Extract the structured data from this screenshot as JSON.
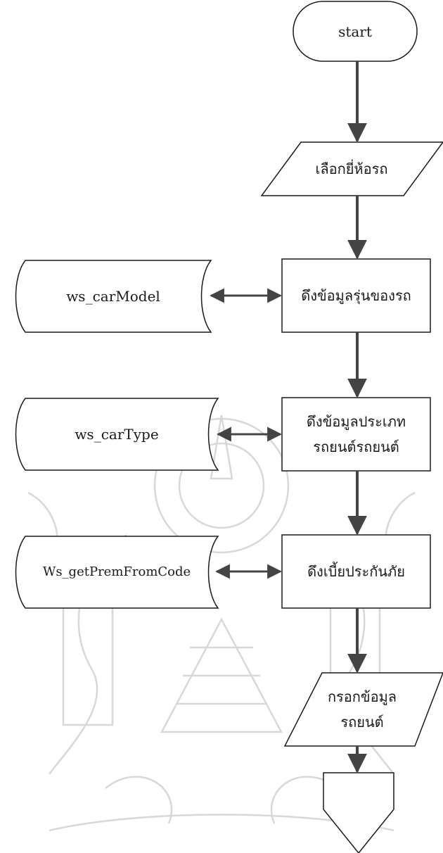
{
  "flowchart": {
    "start": {
      "label": "start"
    },
    "select_brand": {
      "label": "เลือกยี่ห้อรถ"
    },
    "fetch_model": {
      "label": "ดึงข้อมูลรุ่นของรถ"
    },
    "ws_car_model": {
      "label": "ws_carModel"
    },
    "fetch_type": {
      "lines": [
        "ดึงข้อมูลประเภท",
        "รถยนต์รถยนต์"
      ]
    },
    "ws_car_type": {
      "label": "ws_carType"
    },
    "fetch_premium": {
      "label": "ดึงเบี้ยประกันภัย"
    },
    "ws_get_prem": {
      "label": "Ws_getPremFromCode"
    },
    "enter_car_data": {
      "lines": [
        "กรอกข้อมูล",
        "รถยนต์"
      ]
    }
  },
  "colors": {
    "stroke": "#1a1a1a",
    "arrow": "#444444",
    "background": "#ffffff",
    "watermark": "#d8d8d8"
  }
}
